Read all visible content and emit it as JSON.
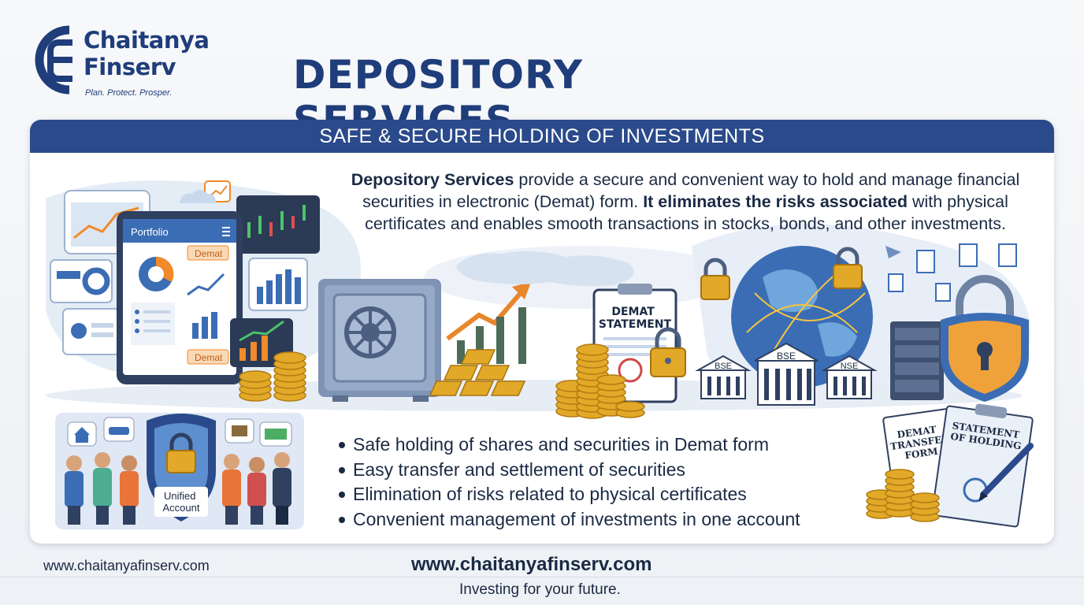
{
  "brand": {
    "name": "Chaitanya\nFinserv",
    "tagline": "Plan. Protect. Prosper."
  },
  "title": "DEPOSITORY SERVICES",
  "banner": "SAFE & SECURE HOLDING OF INVESTMENTS",
  "description": {
    "bold1": "Depository Services",
    "text1": " provide a secure and convenient way to hold and manage financial securities in electronic (Demat) form. ",
    "bold2": "It eliminates the risks associated",
    "text2": " with physical certificates and enables smooth transactions in stocks, bonds, and other investments."
  },
  "illustration_labels": {
    "portfolio": "Portfolio",
    "demat_tag_1": "Demat",
    "demat_tag_2": "Demat",
    "demat_statement": "DEMAT\nSTATEMENT",
    "bse_1": "BSE",
    "bse_2": "BSE",
    "nse": "NSE",
    "unified_account": "Unified\nAccount",
    "demat_transfer_form": "DEMAT\nTRANSFER\nFORM",
    "statement_of_holding": "STATEMENT\nOF HOLDING"
  },
  "bullets": [
    "Safe holding of shares and securities in Demat form",
    "Easy transfer and settlement of securities",
    "Elimination of risks related to physical certificates",
    "Convenient management of investments in one account"
  ],
  "footer": {
    "left_url": "www.chaitanyafinserv.com",
    "center_url": "www.chaitanyafinserv.com",
    "tagline": "Investing for your future."
  },
  "colors": {
    "primary_navy": "#1f3d7a",
    "banner_blue": "#2b4a8b",
    "gold": "#e2a928",
    "shield_orange": "#f0a23a"
  }
}
